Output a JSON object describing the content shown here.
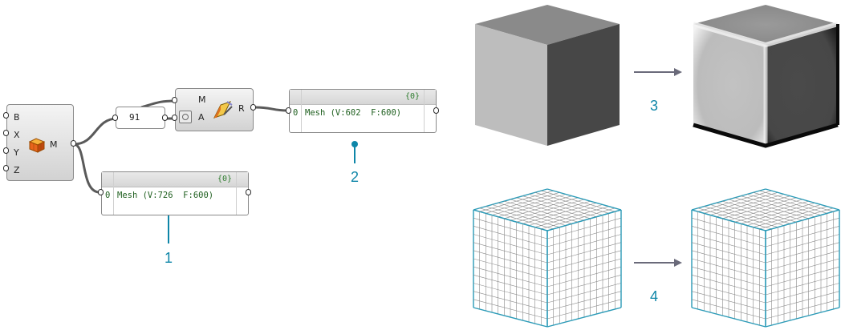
{
  "component": {
    "inputs": [
      "B",
      "X",
      "Y",
      "Z"
    ],
    "output": "M",
    "icon": "mesh-box-icon"
  },
  "slider": {
    "value": "91"
  },
  "smooth_component": {
    "inputs": [
      "M",
      "A"
    ],
    "output": "R",
    "icon": "smooth-brush-icon"
  },
  "panel_1": {
    "count": "{0}",
    "index": "0",
    "text": "Mesh (V:726  F:600)"
  },
  "panel_2": {
    "count": "{0}",
    "index": "0",
    "text": "Mesh (V:602  F:600)"
  },
  "callouts": {
    "one": "1",
    "two": "2",
    "three": "3",
    "four": "4"
  },
  "colors": {
    "callout": "#0e86a8",
    "grid_line": "#2a9ab7",
    "arrow": "#6a6a7a"
  }
}
